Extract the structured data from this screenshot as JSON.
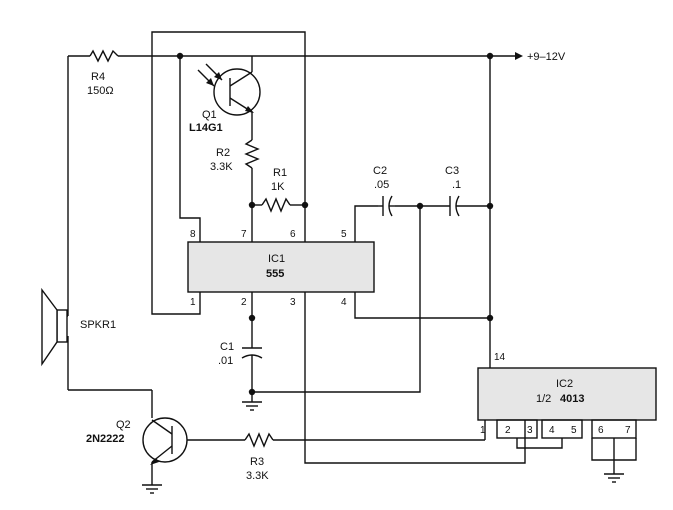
{
  "power": {
    "label": "+9–12V"
  },
  "components": {
    "r4": {
      "ref": "R4",
      "value": "150Ω"
    },
    "q1": {
      "ref": "Q1",
      "part": "L14G1"
    },
    "r2": {
      "ref": "R2",
      "value": "3.3K"
    },
    "r1": {
      "ref": "R1",
      "value": "1K"
    },
    "c2": {
      "ref": "C2",
      "value": ".05"
    },
    "c3": {
      "ref": "C3",
      "value": ".1"
    },
    "ic1": {
      "ref": "IC1",
      "part": "555",
      "pins": [
        "8",
        "7",
        "6",
        "5",
        "1",
        "2",
        "3",
        "4"
      ]
    },
    "c1": {
      "ref": "C1",
      "value": ".01"
    },
    "spkr": {
      "ref": "SPKR1"
    },
    "q2": {
      "ref": "Q2",
      "part": "2N2222"
    },
    "r3": {
      "ref": "R3",
      "value": "3.3K"
    },
    "ic2": {
      "ref": "IC2",
      "part_prefix": "1/2",
      "part": "4013",
      "pin14": "14",
      "pins": [
        "1",
        "2",
        "3",
        "4",
        "5",
        "6",
        "7"
      ]
    }
  }
}
